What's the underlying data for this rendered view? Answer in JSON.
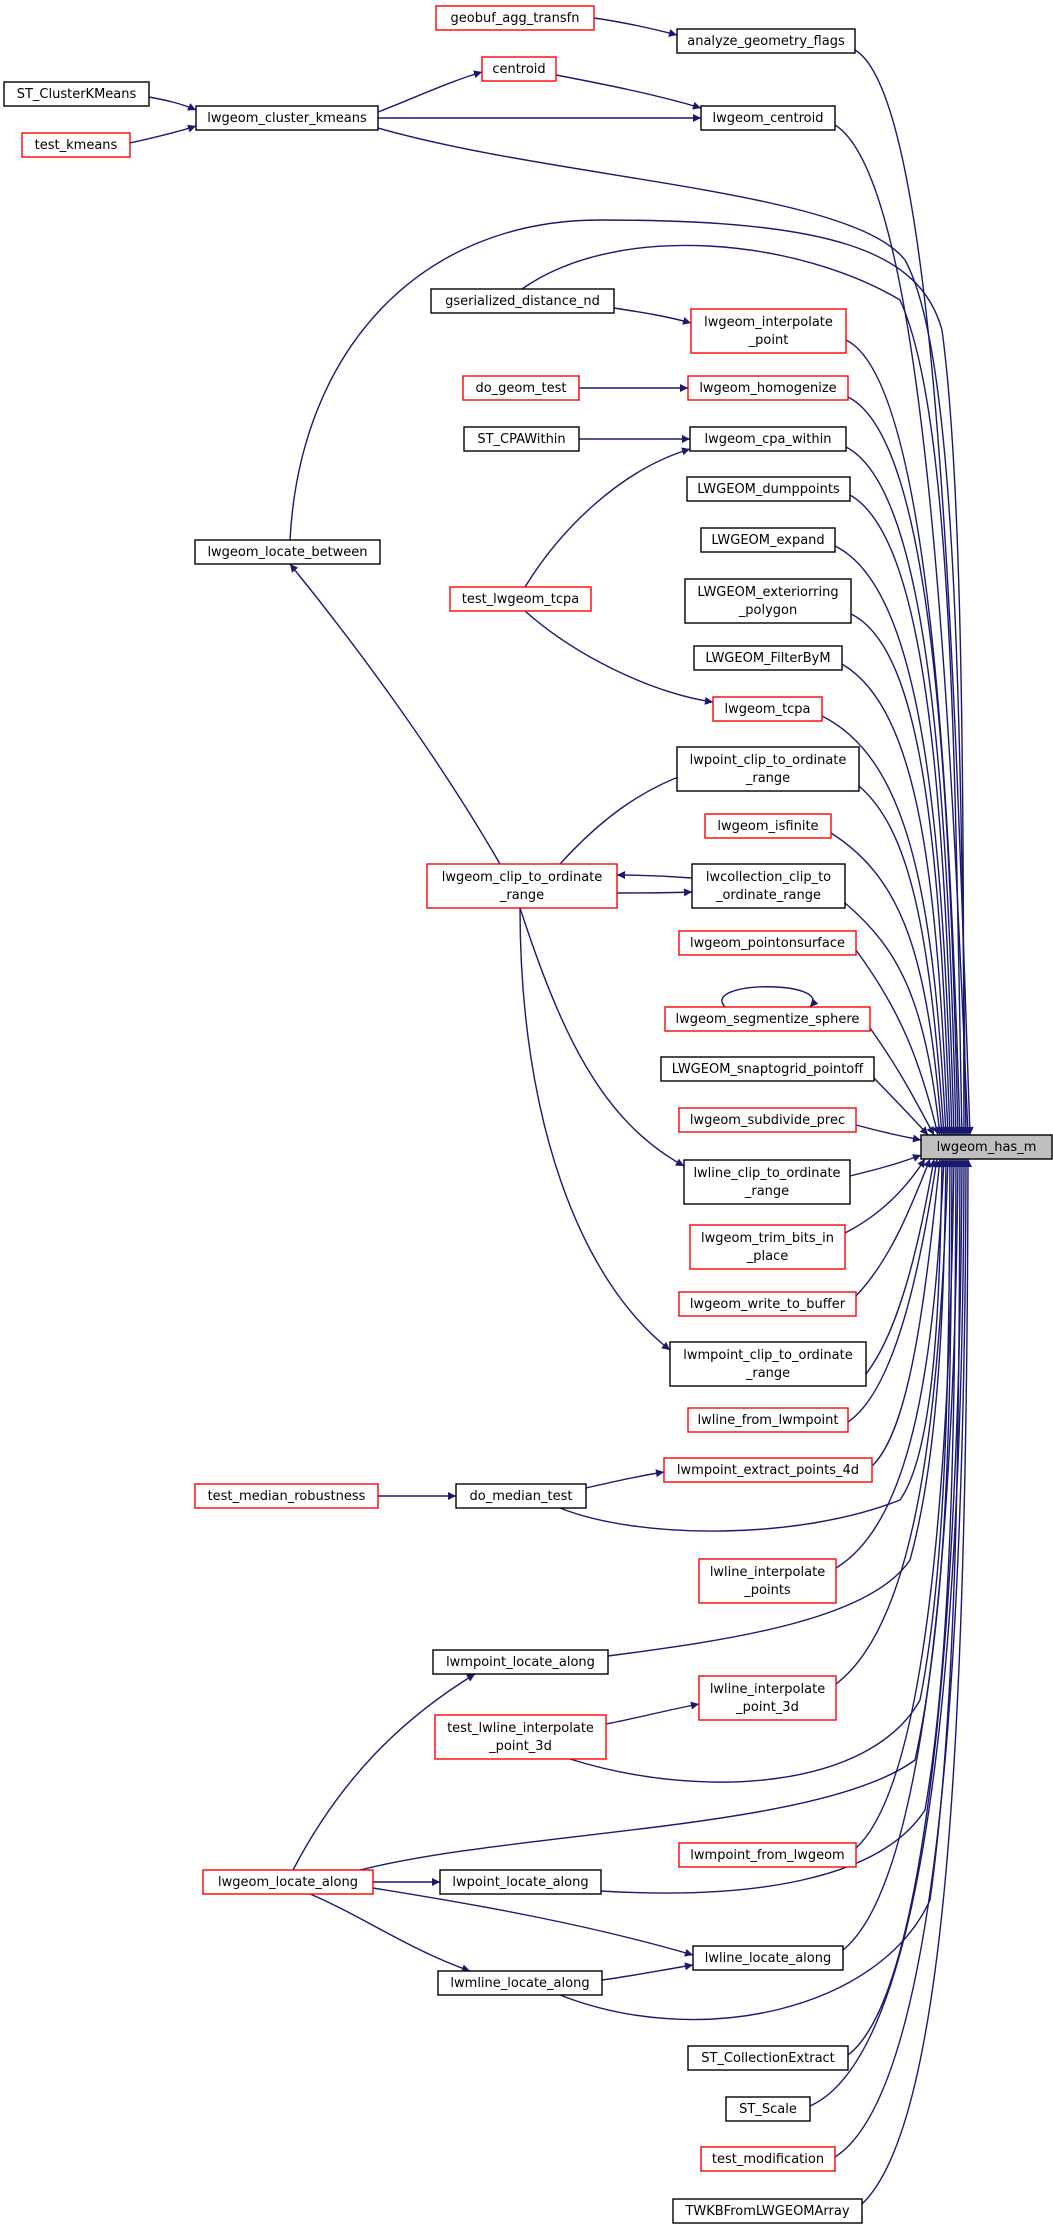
{
  "diagram": {
    "type": "call-graph",
    "colors": {
      "edge": "#191970",
      "node_border_black": "#000000",
      "node_border_red": "#ff0000",
      "target_fill": "#bfbfbf"
    },
    "nodes": [
      {
        "id": "target",
        "lines": [
          "lwgeom_has_m"
        ],
        "style": "target"
      },
      {
        "id": "geobuf_agg",
        "lines": [
          "geobuf_agg_transfn"
        ],
        "style": "red"
      },
      {
        "id": "analyze_flags",
        "lines": [
          "analyze_geometry_flags"
        ],
        "style": "black"
      },
      {
        "id": "st_clusterkmeans",
        "lines": [
          "ST_ClusterKMeans"
        ],
        "style": "black"
      },
      {
        "id": "centroid",
        "lines": [
          "centroid"
        ],
        "style": "red"
      },
      {
        "id": "lwgeom_cluster_kmeans",
        "lines": [
          "lwgeom_cluster_kmeans"
        ],
        "style": "black"
      },
      {
        "id": "lwgeom_centroid",
        "lines": [
          "lwgeom_centroid"
        ],
        "style": "black"
      },
      {
        "id": "test_kmeans",
        "lines": [
          "test_kmeans"
        ],
        "style": "red"
      },
      {
        "id": "gserialized_distance_nd",
        "lines": [
          "gserialized_distance_nd"
        ],
        "style": "black"
      },
      {
        "id": "lwgeom_interpolate_point",
        "lines": [
          "lwgeom_interpolate",
          "_point"
        ],
        "style": "red"
      },
      {
        "id": "do_geom_test",
        "lines": [
          "do_geom_test"
        ],
        "style": "red"
      },
      {
        "id": "lwgeom_homogenize",
        "lines": [
          "lwgeom_homogenize"
        ],
        "style": "red"
      },
      {
        "id": "st_cpawithin",
        "lines": [
          "ST_CPAWithin"
        ],
        "style": "black"
      },
      {
        "id": "lwgeom_cpa_within",
        "lines": [
          "lwgeom_cpa_within"
        ],
        "style": "black"
      },
      {
        "id": "lwgeom_dumppoints",
        "lines": [
          "LWGEOM_dumppoints"
        ],
        "style": "black"
      },
      {
        "id": "lwgeom_locate_between",
        "lines": [
          "lwgeom_locate_between"
        ],
        "style": "black"
      },
      {
        "id": "lwgeom_expand",
        "lines": [
          "LWGEOM_expand"
        ],
        "style": "black"
      },
      {
        "id": "test_lwgeom_tcpa",
        "lines": [
          "test_lwgeom_tcpa"
        ],
        "style": "red"
      },
      {
        "id": "lwgeom_exteriorring",
        "lines": [
          "LWGEOM_exteriorring",
          "_polygon"
        ],
        "style": "black"
      },
      {
        "id": "lwgeom_filterbym",
        "lines": [
          "LWGEOM_FilterByM"
        ],
        "style": "black"
      },
      {
        "id": "lwgeom_tcpa",
        "lines": [
          "lwgeom_tcpa"
        ],
        "style": "red"
      },
      {
        "id": "lwpoint_clip",
        "lines": [
          "lwpoint_clip_to_ordinate",
          "_range"
        ],
        "style": "black"
      },
      {
        "id": "lwgeom_isfinite",
        "lines": [
          "lwgeom_isfinite"
        ],
        "style": "red"
      },
      {
        "id": "lwgeom_clip",
        "lines": [
          "lwgeom_clip_to_ordinate",
          "_range"
        ],
        "style": "red"
      },
      {
        "id": "lwcollection_clip",
        "lines": [
          "lwcollection_clip_to",
          "_ordinate_range"
        ],
        "style": "black"
      },
      {
        "id": "lwgeom_pointonsurface",
        "lines": [
          "lwgeom_pointonsurface"
        ],
        "style": "red"
      },
      {
        "id": "lwgeom_segmentize_sphere",
        "lines": [
          "lwgeom_segmentize_sphere"
        ],
        "style": "red"
      },
      {
        "id": "snaptogrid_pointoff",
        "lines": [
          "LWGEOM_snaptogrid_pointoff"
        ],
        "style": "black"
      },
      {
        "id": "lwgeom_subdivide_prec",
        "lines": [
          "lwgeom_subdivide_prec"
        ],
        "style": "red"
      },
      {
        "id": "lwline_clip",
        "lines": [
          "lwline_clip_to_ordinate",
          "_range"
        ],
        "style": "black"
      },
      {
        "id": "lwgeom_trim_bits",
        "lines": [
          "lwgeom_trim_bits_in",
          "_place"
        ],
        "style": "red"
      },
      {
        "id": "lwgeom_write_to_buffer",
        "lines": [
          "lwgeom_write_to_buffer"
        ],
        "style": "red"
      },
      {
        "id": "lwmpoint_clip",
        "lines": [
          "lwmpoint_clip_to_ordinate",
          "_range"
        ],
        "style": "black"
      },
      {
        "id": "lwline_from_lwmpoint",
        "lines": [
          "lwline_from_lwmpoint"
        ],
        "style": "red"
      },
      {
        "id": "test_median_robustness",
        "lines": [
          "test_median_robustness"
        ],
        "style": "red"
      },
      {
        "id": "do_median_test",
        "lines": [
          "do_median_test"
        ],
        "style": "black"
      },
      {
        "id": "lwmpoint_extract_points_4d",
        "lines": [
          "lwmpoint_extract_points_4d"
        ],
        "style": "red"
      },
      {
        "id": "lwline_interpolate_points",
        "lines": [
          "lwline_interpolate",
          "_points"
        ],
        "style": "red"
      },
      {
        "id": "lwmpoint_locate_along",
        "lines": [
          "lwmpoint_locate_along"
        ],
        "style": "black"
      },
      {
        "id": "lwline_interpolate_point_3d",
        "lines": [
          "lwline_interpolate",
          "_point_3d"
        ],
        "style": "red"
      },
      {
        "id": "test_lwline_interpolate_point_3d",
        "lines": [
          "test_lwline_interpolate",
          "_point_3d"
        ],
        "style": "red"
      },
      {
        "id": "lwmpoint_from_lwgeom",
        "lines": [
          "lwmpoint_from_lwgeom"
        ],
        "style": "red"
      },
      {
        "id": "lwgeom_locate_along",
        "lines": [
          "lwgeom_locate_along"
        ],
        "style": "red"
      },
      {
        "id": "lwpoint_locate_along",
        "lines": [
          "lwpoint_locate_along"
        ],
        "style": "black"
      },
      {
        "id": "lwline_locate_along",
        "lines": [
          "lwline_locate_along"
        ],
        "style": "black"
      },
      {
        "id": "lwmline_locate_along",
        "lines": [
          "lwmline_locate_along"
        ],
        "style": "black"
      },
      {
        "id": "st_collectionextract",
        "lines": [
          "ST_CollectionExtract"
        ],
        "style": "black"
      },
      {
        "id": "st_scale",
        "lines": [
          "ST_Scale"
        ],
        "style": "black"
      },
      {
        "id": "test_modification",
        "lines": [
          "test_modification"
        ],
        "style": "red"
      },
      {
        "id": "twkb_from_lwgeom_array",
        "lines": [
          "TWKBFromLWGEOMArray"
        ],
        "style": "black"
      }
    ],
    "edges": [
      {
        "from": "geobuf_agg",
        "to": "analyze_flags"
      },
      {
        "from": "st_clusterkmeans",
        "to": "lwgeom_cluster_kmeans"
      },
      {
        "from": "test_kmeans",
        "to": "lwgeom_cluster_kmeans"
      },
      {
        "from": "lwgeom_cluster_kmeans",
        "to": "centroid"
      },
      {
        "from": "centroid",
        "to": "lwgeom_centroid"
      },
      {
        "from": "lwgeom_cluster_kmeans",
        "to": "lwgeom_centroid"
      },
      {
        "from": "gserialized_distance_nd",
        "to": "lwgeom_interpolate_point"
      },
      {
        "from": "do_geom_test",
        "to": "lwgeom_homogenize"
      },
      {
        "from": "st_cpawithin",
        "to": "lwgeom_cpa_within"
      },
      {
        "from": "test_lwgeom_tcpa",
        "to": "lwgeom_cpa_within"
      },
      {
        "from": "test_lwgeom_tcpa",
        "to": "lwgeom_tcpa"
      },
      {
        "from": "lwgeom_clip",
        "to": "lwgeom_locate_between"
      },
      {
        "from": "lwgeom_clip",
        "to": "lwpoint_clip"
      },
      {
        "from": "lwcollection_clip",
        "to": "lwgeom_clip"
      },
      {
        "from": "lwgeom_clip",
        "to": "lwcollection_clip"
      },
      {
        "from": "lwgeom_clip",
        "to": "lwline_clip"
      },
      {
        "from": "lwgeom_clip",
        "to": "lwmpoint_clip"
      },
      {
        "from": "lwgeom_segmentize_sphere",
        "to": "lwgeom_segmentize_sphere"
      },
      {
        "from": "test_median_robustness",
        "to": "do_median_test"
      },
      {
        "from": "do_median_test",
        "to": "lwmpoint_extract_points_4d"
      },
      {
        "from": "lwgeom_locate_along",
        "to": "lwmpoint_locate_along"
      },
      {
        "from": "test_lwline_interpolate_point_3d",
        "to": "lwline_interpolate_point_3d"
      },
      {
        "from": "lwgeom_locate_along",
        "to": "lwpoint_locate_along"
      },
      {
        "from": "lwgeom_locate_along",
        "to": "lwline_locate_along"
      },
      {
        "from": "lwgeom_locate_along",
        "to": "lwmline_locate_along"
      },
      {
        "from": "lwmline_locate_along",
        "to": "lwline_locate_along"
      },
      {
        "from": "analyze_flags",
        "to": "target"
      },
      {
        "from": "lwgeom_centroid",
        "to": "target"
      },
      {
        "from": "lwgeom_cluster_kmeans",
        "to": "target"
      },
      {
        "from": "lwgeom_locate_between",
        "to": "target"
      },
      {
        "from": "gserialized_distance_nd",
        "to": "target"
      },
      {
        "from": "lwgeom_interpolate_point",
        "to": "target"
      },
      {
        "from": "lwgeom_homogenize",
        "to": "target"
      },
      {
        "from": "lwgeom_cpa_within",
        "to": "target"
      },
      {
        "from": "lwgeom_dumppoints",
        "to": "target"
      },
      {
        "from": "lwgeom_expand",
        "to": "target"
      },
      {
        "from": "lwgeom_exteriorring",
        "to": "target"
      },
      {
        "from": "lwgeom_filterbym",
        "to": "target"
      },
      {
        "from": "lwgeom_tcpa",
        "to": "target"
      },
      {
        "from": "lwpoint_clip",
        "to": "target"
      },
      {
        "from": "lwgeom_isfinite",
        "to": "target"
      },
      {
        "from": "lwcollection_clip",
        "to": "target"
      },
      {
        "from": "lwgeom_pointonsurface",
        "to": "target"
      },
      {
        "from": "lwgeom_segmentize_sphere",
        "to": "target"
      },
      {
        "from": "snaptogrid_pointoff",
        "to": "target"
      },
      {
        "from": "lwgeom_subdivide_prec",
        "to": "target"
      },
      {
        "from": "lwline_clip",
        "to": "target"
      },
      {
        "from": "lwgeom_trim_bits",
        "to": "target"
      },
      {
        "from": "lwgeom_write_to_buffer",
        "to": "target"
      },
      {
        "from": "lwmpoint_clip",
        "to": "target"
      },
      {
        "from": "lwline_from_lwmpoint",
        "to": "target"
      },
      {
        "from": "lwmpoint_extract_points_4d",
        "to": "target"
      },
      {
        "from": "do_median_test",
        "to": "target"
      },
      {
        "from": "lwline_interpolate_points",
        "to": "target"
      },
      {
        "from": "lwmpoint_locate_along",
        "to": "target"
      },
      {
        "from": "lwline_interpolate_point_3d",
        "to": "target"
      },
      {
        "from": "test_lwline_interpolate_point_3d",
        "to": "target"
      },
      {
        "from": "lwgeom_locate_along",
        "to": "target"
      },
      {
        "from": "lwmpoint_from_lwgeom",
        "to": "target"
      },
      {
        "from": "lwpoint_locate_along",
        "to": "target"
      },
      {
        "from": "lwline_locate_along",
        "to": "target"
      },
      {
        "from": "lwmline_locate_along",
        "to": "target"
      },
      {
        "from": "st_collectionextract",
        "to": "target"
      },
      {
        "from": "st_scale",
        "to": "target"
      },
      {
        "from": "test_modification",
        "to": "target"
      },
      {
        "from": "twkb_from_lwgeom_array",
        "to": "target"
      }
    ]
  }
}
